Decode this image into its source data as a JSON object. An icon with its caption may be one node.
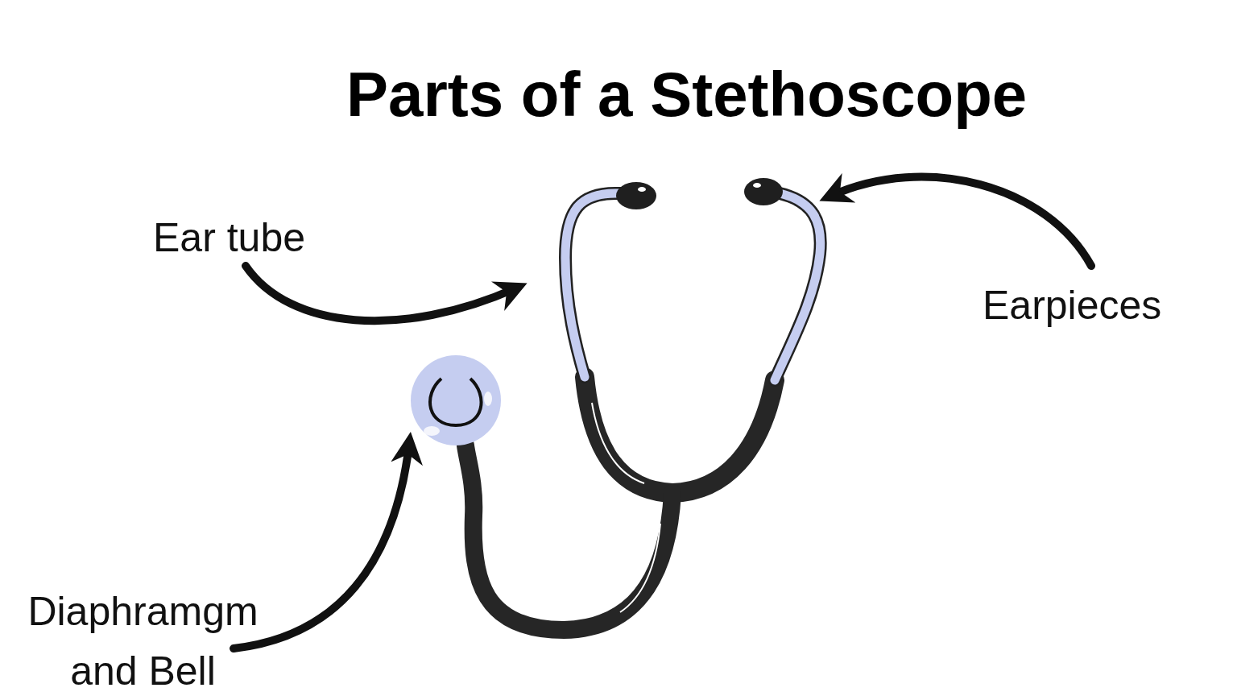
{
  "diagram": {
    "title": "Parts of a Stethoscope",
    "nodes": [
      {
        "text": [
          "Ear tube"
        ]
      },
      {
        "text": [],
        "shape": "picture"
      },
      {
        "text": [
          "Earpieces"
        ]
      },
      {
        "text": [],
        "shape": "picture"
      },
      {
        "text": [
          "Diaphramgm and Bell"
        ]
      },
      {
        "text": [],
        "shape": "picture"
      }
    ],
    "edges": [
      {
        "from": 0,
        "to": 1,
        "arrow": "to"
      },
      {
        "from": 2,
        "to": 3,
        "arrow": "to"
      },
      {
        "from": 4,
        "to": 5,
        "arrow": "to"
      }
    ]
  }
}
